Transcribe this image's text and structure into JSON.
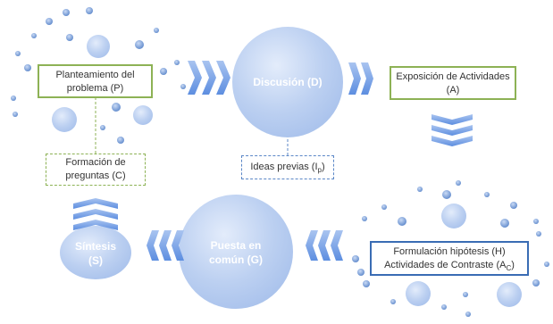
{
  "colors": {
    "circle_fill": "#b8cdf0",
    "circle_highlight": "#dfe9f9",
    "dot": "#5b86c8",
    "chevron": "#6e9be0",
    "green_border": "#8db255",
    "blue_border": "#3a6cb4"
  },
  "nodes": {
    "planteamiento": {
      "line1": "Planteamiento del",
      "line2": "problema (P)"
    },
    "discusion": {
      "label": "Discusión (D)"
    },
    "exposicion": {
      "line1": "Exposición de Actividades",
      "line2": "(A)"
    },
    "formacion": {
      "line1": "Formación de",
      "line2": "preguntas (C)"
    },
    "ideas": {
      "text": "Ideas previas (I",
      "sub": "p",
      "close": ")"
    },
    "sintesis": {
      "line1": "Síntesis",
      "line2": "(S)"
    },
    "puesta": {
      "line1": "Puesta en",
      "line2": "común (G)"
    },
    "formulacion": {
      "line1": "Formulación hipótesis (H)",
      "line2_text": "Actividades de Contraste (A",
      "line2_sub": "C",
      "line2_close": ")"
    }
  }
}
